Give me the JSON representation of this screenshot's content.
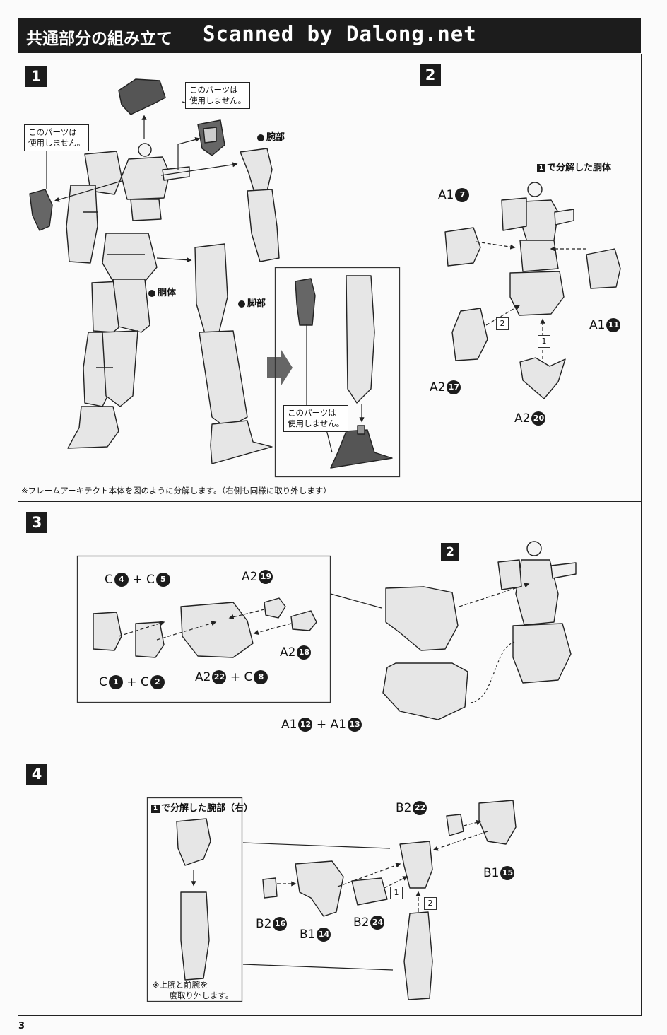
{
  "header": {
    "title": "共通部分の組み立て",
    "watermark": "Scanned by Dalong.net"
  },
  "page_number": "3",
  "step1": {
    "number": "1",
    "callout_top": [
      "このパーツは",
      "使用しません。"
    ],
    "callout_left": [
      "このパーツは",
      "使用しません。"
    ],
    "callout_inset": [
      "このパーツは",
      "使用しません。"
    ],
    "label_arm": "腕部",
    "label_body": "胴体",
    "label_leg": "脚部",
    "footnote": "※フレームアーキテクト本体を図のように分解します。（右側も同様に取り外します）"
  },
  "step2": {
    "number": "2",
    "ref_num": "1",
    "ref_label": "で分解した胴体",
    "parts": [
      {
        "runner": "A1",
        "num": "7"
      },
      {
        "runner": "A1",
        "num": "11"
      },
      {
        "runner": "A2",
        "num": "17"
      },
      {
        "runner": "A2",
        "num": "20"
      }
    ],
    "order": [
      "1",
      "2"
    ]
  },
  "step3": {
    "number": "3",
    "ref_step": "2",
    "c4": {
      "runner": "C",
      "num": "4"
    },
    "c5": {
      "runner": "C",
      "num": "5"
    },
    "c1": {
      "runner": "C",
      "num": "1"
    },
    "c2": {
      "runner": "C",
      "num": "2"
    },
    "a19": {
      "runner": "A2",
      "num": "19"
    },
    "a18": {
      "runner": "A2",
      "num": "18"
    },
    "a22": {
      "runner": "A2",
      "num": "22"
    },
    "c8": {
      "runner": "C",
      "num": "8"
    },
    "a12": {
      "runner": "A1",
      "num": "12"
    },
    "a13": {
      "runner": "A1",
      "num": "13"
    },
    "plus": "+"
  },
  "step4": {
    "number": "4",
    "ref_num": "1",
    "ref_label": "で分解した腕部（右）",
    "note": [
      "※上腕と前腕を",
      "一度取り外します。"
    ],
    "parts": [
      {
        "runner": "B2",
        "num": "22"
      },
      {
        "runner": "B1",
        "num": "15"
      },
      {
        "runner": "B2",
        "num": "16"
      },
      {
        "runner": "B1",
        "num": "14"
      },
      {
        "runner": "B2",
        "num": "24"
      }
    ],
    "order": [
      "1",
      "2"
    ]
  },
  "colors": {
    "header_bg": "#1c1c1c",
    "header_text": "#ffffff",
    "paper": "#fbfbfb",
    "ink": "#1c1c1c"
  }
}
